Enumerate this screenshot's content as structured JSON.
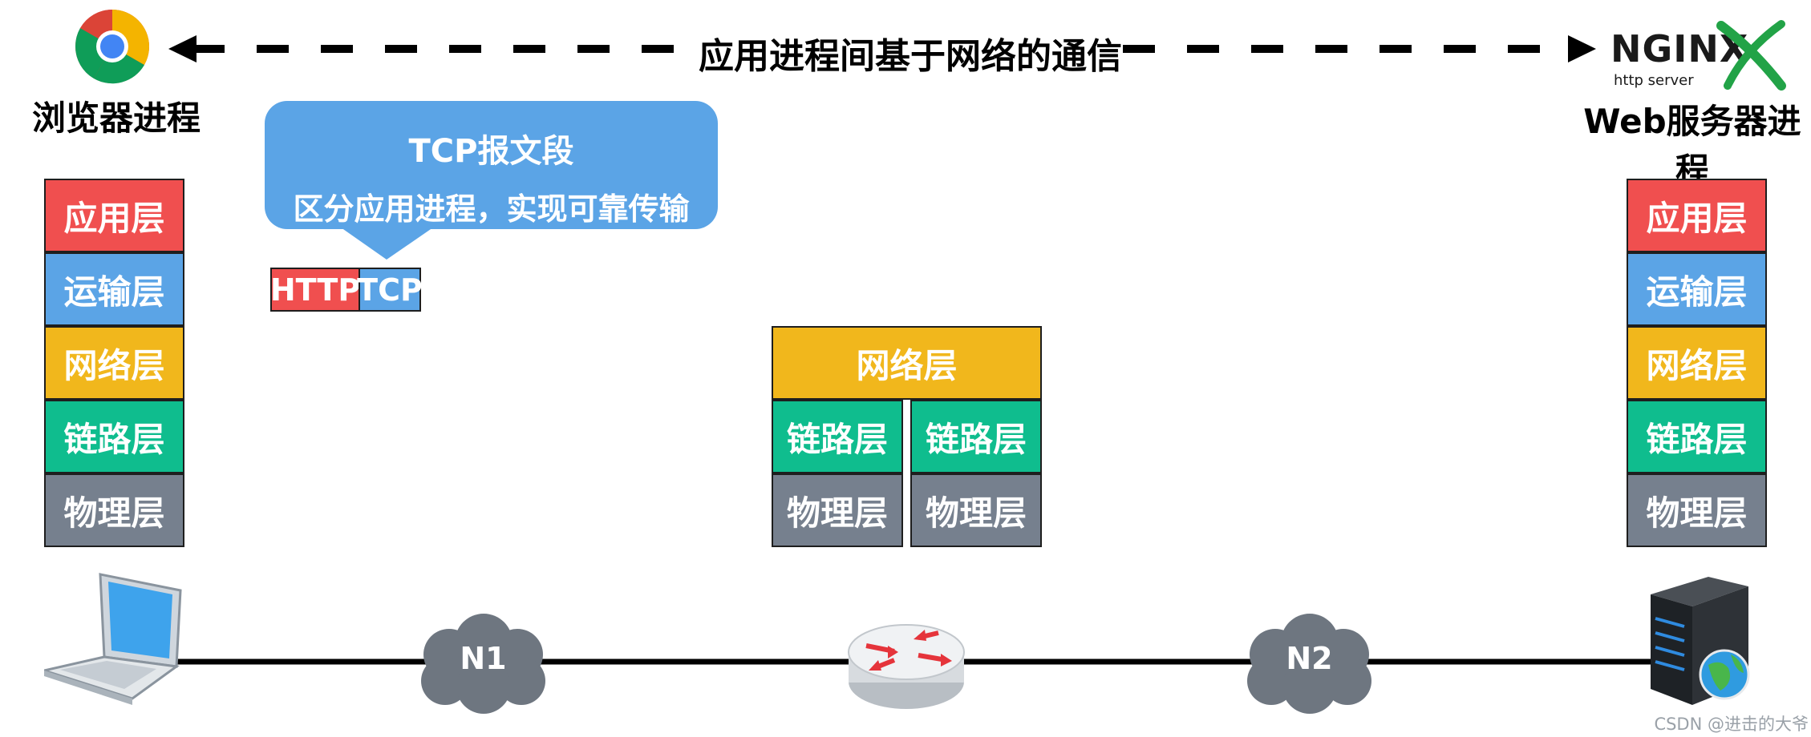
{
  "top": {
    "banner": "应用进程间基于网络的通信",
    "browser_label": "浏览器进程",
    "server_label": "Web服务器进程",
    "nginx_logo": "NGINX",
    "nginx_sub": "http server"
  },
  "callout": {
    "title": "TCP报文段",
    "text": "区分应用进程，实现可靠传输"
  },
  "segment": {
    "http": "HTTP",
    "tcp": "TCP"
  },
  "left_stack": [
    "应用层",
    "运输层",
    "网络层",
    "链路层",
    "物理层"
  ],
  "right_stack": [
    "应用层",
    "运输层",
    "网络层",
    "链路层",
    "物理层"
  ],
  "router_stack": {
    "network": "网络层",
    "link_left": "链路层",
    "link_right": "链路层",
    "phy_left": "物理层",
    "phy_right": "物理层"
  },
  "clouds": {
    "n1": "N1",
    "n2": "N2"
  },
  "watermark": "CSDN @进击的大爷",
  "colors": {
    "app": "#f04f4f",
    "transport": "#5ba4e6",
    "network": "#f1b71c",
    "link": "#0fbd8e",
    "physical": "#76808e",
    "callout": "#5ba4e6"
  }
}
